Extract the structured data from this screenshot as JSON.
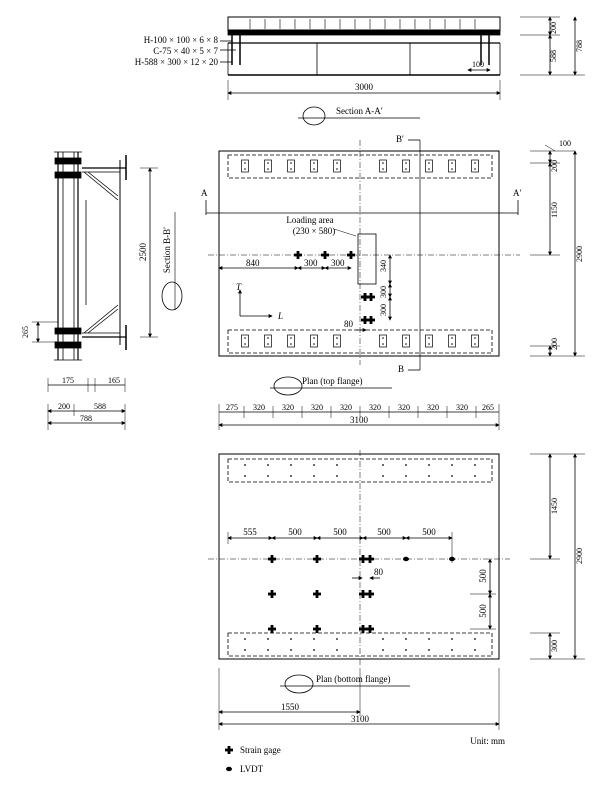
{
  "elevation": {
    "labels": [
      "H-100 × 100 × 6 × 8",
      "C-75 × 40 × 5 × 7",
      "H-588 × 300 × 12 × 20"
    ],
    "dim_200": "200",
    "dim_588": "588",
    "dim_788": "788",
    "dim_100": "100",
    "dim_3000": "3000",
    "section_label": "Section A-A′"
  },
  "side": {
    "section_label": "Section B-B′",
    "dim_2500": "2500",
    "dim_265": "265",
    "dims_row1": [
      "175",
      "165"
    ],
    "dims_row2": [
      "200",
      "588"
    ],
    "dim_788": "788"
  },
  "top_plan": {
    "title": "Plan (top flange)",
    "cut_A": "A",
    "cut_A2": "A′",
    "cut_B": "B",
    "cut_B2": "B′",
    "loading_area": "Loading area",
    "loading_size": "(230 × 580)",
    "dim_840": "840",
    "dim_300a": "300",
    "dim_300b": "300",
    "dim_340": "340",
    "dim_300c": "300",
    "dim_300d": "300",
    "dim_80": "80",
    "axis_T": "T",
    "axis_L": "L",
    "right_dims": [
      "100",
      "200",
      "1150",
      "2900",
      "200"
    ],
    "bottom_dims": [
      "275",
      "320",
      "320",
      "320",
      "320",
      "320",
      "320",
      "320",
      "320",
      "265"
    ],
    "dim_total": "3100"
  },
  "bottom_plan": {
    "title": "Plan (bottom flange)",
    "top_dims": [
      "555",
      "500",
      "500",
      "500",
      "500"
    ],
    "dim_80": "80",
    "right_dims_inner": [
      "500",
      "500"
    ],
    "right_dims": [
      "1450",
      "2900",
      "300"
    ],
    "dim_1550": "1550",
    "dim_3100": "3100"
  },
  "legend": {
    "unit": "Unit: mm",
    "strain_gage": "Strain gage",
    "lvdt": "LVDT"
  }
}
